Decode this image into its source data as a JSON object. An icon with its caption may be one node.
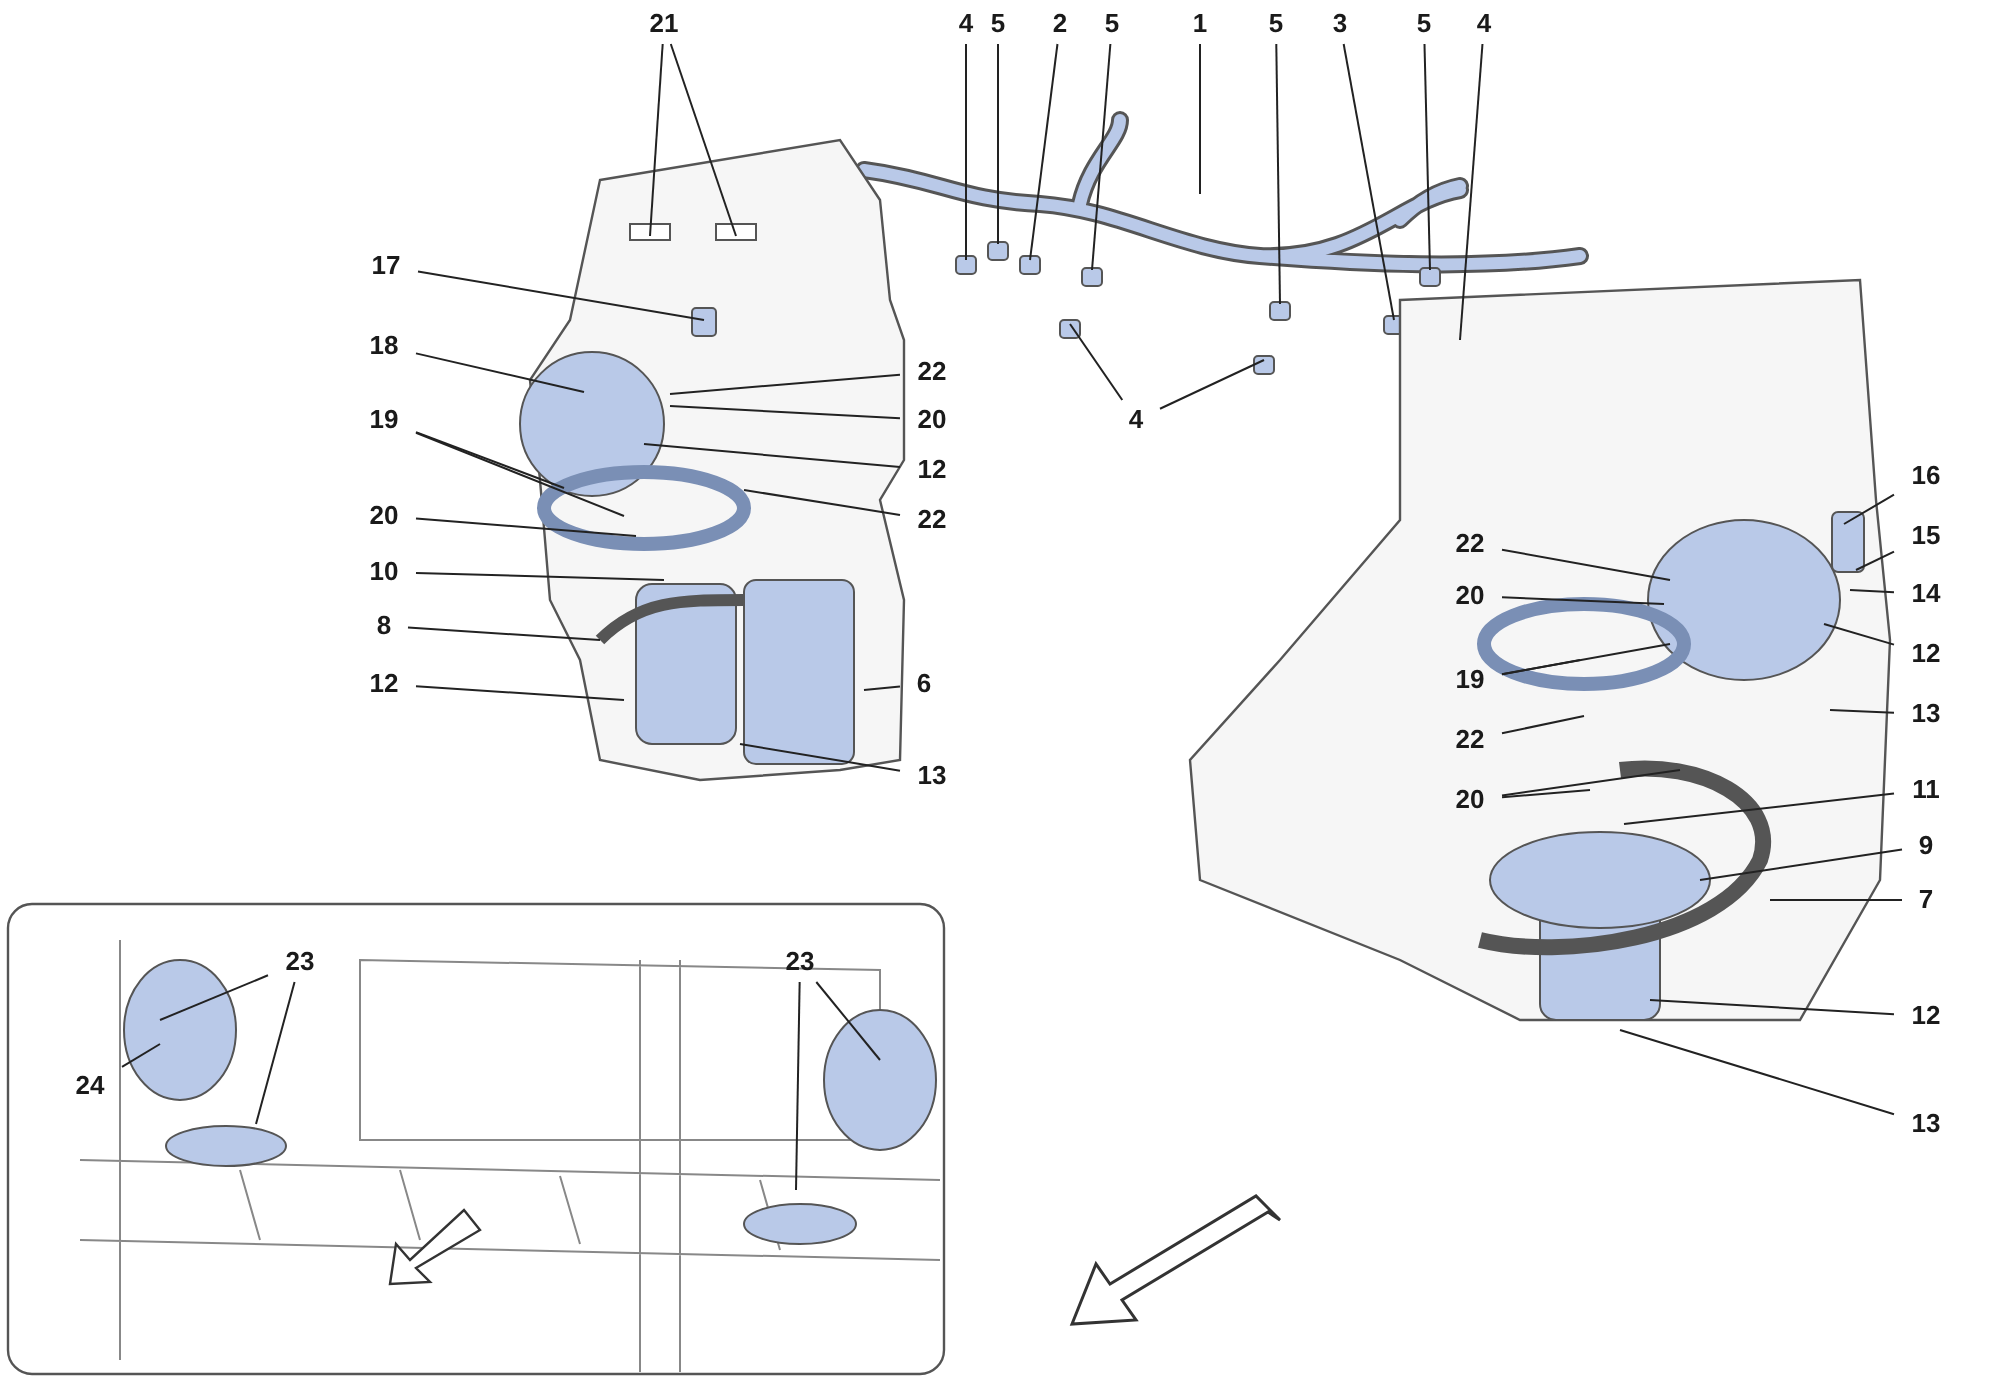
{
  "diagram": {
    "nodes": [
      {
        "text": [
          "21"
        ]
      },
      {
        "text": [
          "4"
        ]
      },
      {
        "text": [
          "5"
        ]
      },
      {
        "text": [
          "2"
        ]
      },
      {
        "text": [
          "5"
        ]
      },
      {
        "text": [
          "1"
        ]
      },
      {
        "text": [
          "5"
        ]
      },
      {
        "text": [
          "3"
        ]
      },
      {
        "text": [
          "5"
        ]
      },
      {
        "text": [
          "4"
        ]
      },
      {
        "text": [
          "17"
        ]
      },
      {
        "text": [
          "18"
        ]
      },
      {
        "text": [
          "22"
        ]
      },
      {
        "text": [
          "4"
        ]
      },
      {
        "text": [
          "20"
        ]
      },
      {
        "text": [
          "19"
        ]
      },
      {
        "text": [
          "12"
        ]
      },
      {
        "text": [
          "16"
        ]
      },
      {
        "text": [
          "20"
        ]
      },
      {
        "text": [
          "22"
        ]
      },
      {
        "text": [
          "22"
        ],
        "in": 44
      },
      {
        "text": [
          "15"
        ]
      },
      {
        "text": [
          "10"
        ]
      },
      {
        "text": [
          "20"
        ],
        "in": 44
      },
      {
        "text": [
          "14"
        ]
      },
      {
        "text": [
          "8"
        ]
      },
      {
        "text": [
          "12"
        ]
      },
      {
        "text": [
          "19"
        ],
        "in": 44
      },
      {
        "text": [
          "12"
        ]
      },
      {
        "text": [
          "6"
        ]
      },
      {
        "text": [
          "13"
        ]
      },
      {
        "text": [
          "22"
        ],
        "in": 44
      },
      {
        "text": [
          "13"
        ]
      },
      {
        "text": [
          "11"
        ]
      },
      {
        "text": [
          "20"
        ],
        "in": 44
      },
      {
        "text": [
          "9"
        ]
      },
      {
        "text": [
          "7"
        ]
      },
      {
        "text": [
          "23"
        ],
        "in": 45
      },
      {
        "text": [
          "23"
        ],
        "in": 45
      },
      {
        "text": [
          "12"
        ]
      },
      {
        "text": [
          "24"
        ],
        "in": 45
      },
      {
        "text": [
          "13"
        ]
      },
      {
        "text": [],
        "shape": "picture"
      },
      {
        "text": [],
        "shape": "picture"
      },
      {
        "text": [],
        "shape": "picture"
      },
      {
        "text": [],
        "shape": "picture"
      }
    ],
    "edges": [
      {
        "from": 0,
        "to": 43,
        "arrow": "none"
      },
      {
        "from": 0,
        "to": 43,
        "arrow": "none"
      },
      {
        "from": 1,
        "to": 42,
        "arrow": "none"
      },
      {
        "from": 2,
        "to": 42,
        "arrow": "none"
      },
      {
        "from": 3,
        "to": 42,
        "arrow": "none"
      },
      {
        "from": 4,
        "to": 42,
        "arrow": "none"
      },
      {
        "from": 5,
        "to": 42,
        "arrow": "none"
      },
      {
        "from": 6,
        "to": 42,
        "arrow": "none"
      },
      {
        "from": 7,
        "to": 42,
        "arrow": "none"
      },
      {
        "from": 8,
        "to": 42,
        "arrow": "none"
      },
      {
        "from": 9,
        "to": 42,
        "arrow": "none"
      },
      {
        "from": 10,
        "to": 43,
        "arrow": "none"
      },
      {
        "from": 11,
        "to": 43,
        "arrow": "none"
      },
      {
        "from": 12,
        "to": 43,
        "arrow": "none"
      },
      {
        "from": 13,
        "to": 42,
        "arrow": "none"
      },
      {
        "from": 13,
        "to": 42,
        "arrow": "none"
      },
      {
        "from": 14,
        "to": 43,
        "arrow": "none"
      },
      {
        "from": 15,
        "to": 43,
        "arrow": "none"
      },
      {
        "from": 15,
        "to": 43,
        "arrow": "none"
      },
      {
        "from": 16,
        "to": 43,
        "arrow": "none"
      },
      {
        "from": 17,
        "to": 44,
        "arrow": "none"
      },
      {
        "from": 18,
        "to": 43,
        "arrow": "none"
      },
      {
        "from": 19,
        "to": 43,
        "arrow": "none"
      },
      {
        "from": 20,
        "to": 44,
        "arrow": "none"
      },
      {
        "from": 21,
        "to": 44,
        "arrow": "none"
      },
      {
        "from": 22,
        "to": 43,
        "arrow": "none"
      },
      {
        "from": 23,
        "to": 44,
        "arrow": "none"
      },
      {
        "from": 24,
        "to": 44,
        "arrow": "none"
      },
      {
        "from": 25,
        "to": 43,
        "arrow": "none"
      },
      {
        "from": 26,
        "to": 44,
        "arrow": "none"
      },
      {
        "from": 27,
        "to": 44,
        "arrow": "none"
      },
      {
        "from": 27,
        "to": 44,
        "arrow": "none"
      },
      {
        "from": 28,
        "to": 43,
        "arrow": "none"
      },
      {
        "from": 29,
        "to": 43,
        "arrow": "none"
      },
      {
        "from": 30,
        "to": 44,
        "arrow": "none"
      },
      {
        "from": 31,
        "to": 44,
        "arrow": "none"
      },
      {
        "from": 32,
        "to": 43,
        "arrow": "none"
      },
      {
        "from": 33,
        "to": 44,
        "arrow": "none"
      },
      {
        "from": 34,
        "to": 44,
        "arrow": "none"
      },
      {
        "from": 34,
        "to": 44,
        "arrow": "none"
      },
      {
        "from": 35,
        "to": 44,
        "arrow": "none"
      },
      {
        "from": 36,
        "to": 44,
        "arrow": "none"
      },
      {
        "from": 37,
        "to": 45,
        "arrow": "none"
      },
      {
        "from": 37,
        "to": 45,
        "arrow": "none"
      },
      {
        "from": 38,
        "to": 45,
        "arrow": "none"
      },
      {
        "from": 38,
        "to": 45,
        "arrow": "none"
      },
      {
        "from": 39,
        "to": 44,
        "arrow": "none"
      },
      {
        "from": 40,
        "to": 45,
        "arrow": "none"
      },
      {
        "from": 41,
        "to": 44,
        "arrow": "none"
      }
    ]
  }
}
